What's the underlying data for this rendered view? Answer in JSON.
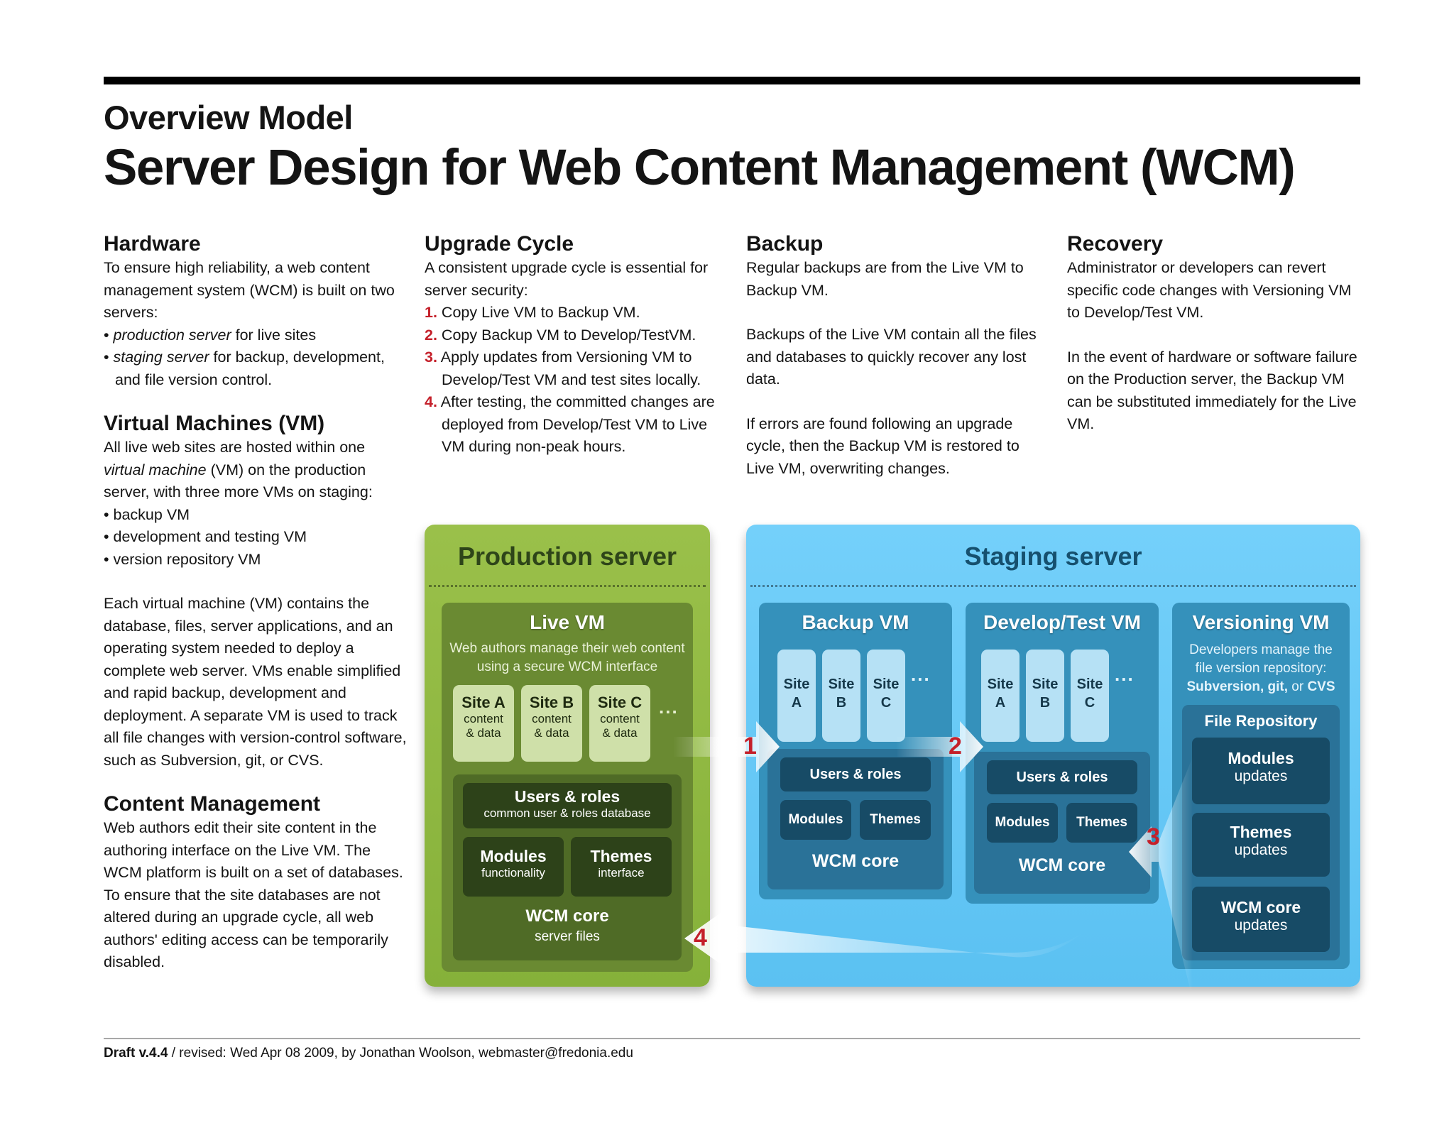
{
  "header": {
    "eyebrow": "Overview Model",
    "title": "Server Design for Web Content Management (WCM)"
  },
  "hardware": {
    "heading": "Hardware",
    "intro": "To ensure high reliability, a web content management system (WCM) is built on two servers:",
    "b1_em": "production server",
    "b1_rest": " for live sites",
    "b2_em": "staging server",
    "b2_rest": " for backup, development, and file version control."
  },
  "vm": {
    "heading": "Virtual Machines (VM)",
    "intro1": "All live web sites are hosted within one ",
    "intro_em": "virtual machine",
    "intro2": " (VM) on the production server, with three more VMs on staging:",
    "bullets": [
      "backup VM",
      "development and testing VM",
      "version repository VM"
    ],
    "para": "Each virtual machine (VM) contains the database, files, server applications, and an operating system needed to deploy a complete web server.  VMs enable simplified and rapid backup, development and deployment. A separate VM is used to track all file changes with version-control software, such as Subversion, git, or CVS."
  },
  "content_mgmt": {
    "heading": "Content Management",
    "para": "Web authors edit their site content in the authoring interface on the Live VM. The WCM platform is built on a set of databases. To ensure that the site databases are not altered during an upgrade cycle, all web authors' editing access can be temporarily disabled."
  },
  "upgrade": {
    "heading": "Upgrade Cycle",
    "intro": "A consistent upgrade cycle is essential for server security:",
    "steps": [
      {
        "n": "1.",
        "t": "Copy Live VM to Backup VM."
      },
      {
        "n": "2.",
        "t": "Copy Backup VM to Develop/TestVM."
      },
      {
        "n": "3.",
        "t": "Apply updates from Versioning VM to Develop/Test VM and test sites locally."
      },
      {
        "n": "4.",
        "t": "After testing, the committed changes are deployed from Develop/Test VM to Live VM during non-peak hours."
      }
    ]
  },
  "backup": {
    "heading": "Backup",
    "p1": "Regular backups are from the Live VM to Backup VM.",
    "p2": "Backups of the Live VM contain all the files and databases to quickly recover any lost data.",
    "p3": "If errors are found following an upgrade cycle, then the Backup VM is restored to Live VM, overwriting changes."
  },
  "recovery": {
    "heading": "Recovery",
    "p1": "Administrator or developers can revert specific code changes with Versioning VM to Develop/Test VM.",
    "p2": "In the event of hardware or software failure on the Production server, the Backup VM can be substituted immediately for the Live VM."
  },
  "production": {
    "title": "Production server",
    "vm_title": "Live VM",
    "vm_desc": "Web authors manage their web content using a secure WCM interface",
    "sites": [
      {
        "name": "Site A",
        "sub1": "content",
        "sub2": "& data"
      },
      {
        "name": "Site B",
        "sub1": "content",
        "sub2": "& data"
      },
      {
        "name": "Site C",
        "sub1": "content",
        "sub2": "& data"
      }
    ],
    "ellipsis": "...",
    "users": "Users & roles",
    "users_sub": "common user & roles database",
    "modules": "Modules",
    "modules_sub": "functionality",
    "themes": "Themes",
    "themes_sub": "interface",
    "core": "WCM core",
    "core_sub": "server files"
  },
  "staging": {
    "title": "Staging server",
    "backup_vm": {
      "title": "Backup VM",
      "sites": [
        [
          "Site",
          "A"
        ],
        [
          "Site",
          "B"
        ],
        [
          "Site",
          "C"
        ]
      ],
      "ellipsis": "...",
      "users": "Users & roles",
      "modules": "Modules",
      "themes": "Themes",
      "core": "WCM core"
    },
    "devtest_vm": {
      "title": "Develop/Test VM",
      "sites": [
        [
          "Site",
          "A"
        ],
        [
          "Site",
          "B"
        ],
        [
          "Site",
          "C"
        ]
      ],
      "ellipsis": "...",
      "users": "Users & roles",
      "modules": "Modules",
      "themes": "Themes",
      "core": "WCM core"
    },
    "versioning_vm": {
      "title": "Versioning VM",
      "desc1": "Developers manage the",
      "desc2": "file version repository:",
      "desc3_b1": "Subversion, git,",
      "desc3_m": " or ",
      "desc3_b2": "CVS",
      "repo": "File Repository",
      "items": [
        {
          "name": "Modules",
          "sub": "updates"
        },
        {
          "name": "Themes",
          "sub": "updates"
        },
        {
          "name": "WCM core",
          "sub": "updates"
        }
      ]
    }
  },
  "steps": [
    "1",
    "2",
    "3",
    "4"
  ],
  "footer": {
    "bold": "Draft v.4.4",
    "rest": " / revised: Wed Apr 08 2009, by Jonathan Woolson, webmaster@fredonia.edu"
  },
  "colors": {
    "step_red": "#c4202a",
    "production_green": "#8db53f",
    "staging_blue": "#63c6f5",
    "live_vm": "#6a8a32",
    "dark_green": "#2e4a1c"
  }
}
